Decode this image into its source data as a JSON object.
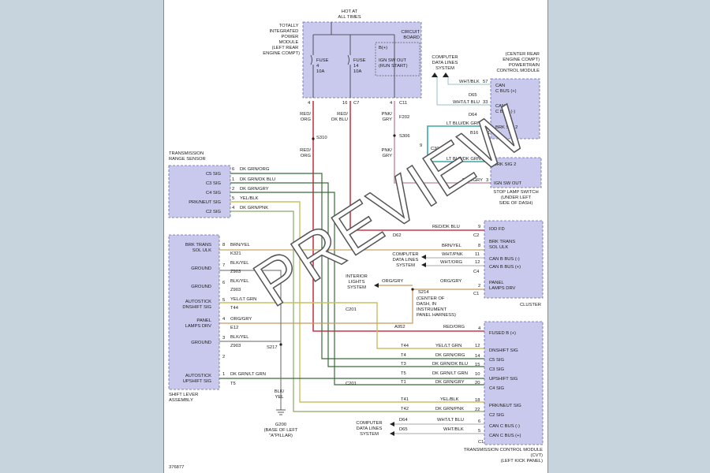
{
  "hot_at_all_times": [
    "HOT AT",
    "ALL TIMES"
  ],
  "tipm": {
    "label": [
      "TOTALLY",
      "INTEGRATED",
      "POWER",
      "MODULE",
      "(LEFT REAR",
      "ENGINE COMPT)"
    ],
    "circuit_board": [
      "CIRCUIT",
      "BOARD"
    ],
    "fuse4": [
      "FUSE",
      "4",
      "10A"
    ],
    "fuse14": [
      "FUSE",
      "14",
      "10A"
    ],
    "bplus": "B(+)",
    "ign": [
      "IGN SW OUT",
      "(RUN START)"
    ],
    "pins": [
      "4",
      "16",
      "4"
    ],
    "connectors": [
      "C7",
      "C11"
    ]
  },
  "computer_data_lines_top": [
    "COMPUTER",
    "DATA LINES",
    "SYSTEM"
  ],
  "pcm": {
    "label": [
      "(CENTER REAR",
      "ENGINE COMPT)",
      "POWERTRAIN",
      "CONTROL MODULE"
    ],
    "rows": [
      "CAN",
      "C BUS (+)",
      "CAN",
      "C BUS (-)",
      "BRK SIG 2"
    ],
    "wires": [
      "WHT/BLK",
      "D65",
      "WHT/LT BLU",
      "D64",
      "LT BLU/DK GRN",
      "B16"
    ],
    "pins": [
      "57",
      "33",
      "17"
    ],
    "connector": "C1"
  },
  "wires_top": {
    "red_org": [
      "RED/",
      "ORG"
    ],
    "red_dkblu": [
      "RED/",
      "DK BLU"
    ],
    "pnk_gry": [
      "PNK/",
      "GRY"
    ],
    "f202": "F202",
    "s310": "S310",
    "s306": "S306",
    "c304": "C304",
    "c304_pin": "9",
    "red_org2": [
      "RED/",
      "ORG"
    ],
    "pnk_gry2": [
      "PNK/",
      "GRY"
    ]
  },
  "stop_lamp": {
    "rows": [
      "BRK SIG 2",
      "IGN SW OUT"
    ],
    "label": [
      "STOP LAMP SWITCH",
      "(UNDER LEFT",
      "SIDE OF DASH)"
    ],
    "wires": [
      "LT BLU/DK GRN",
      "PNK/GRY"
    ],
    "pins": [
      "4",
      "3"
    ]
  },
  "trs": {
    "label": [
      "TRANSMISSION",
      "RANGE SENSOR"
    ],
    "rows": [
      "C5 SIG",
      "C3 SIG",
      "C4 SIG",
      "PRK/NEUT SIG",
      "C2 SIG"
    ],
    "pins": [
      "6",
      "1",
      "2",
      "5",
      "4"
    ],
    "wires": [
      "DK GRN/ORG",
      "DK GRN/DK BLU",
      "DK GRN/GRY",
      "YEL/BLK",
      "DK GRN/PNK"
    ]
  },
  "shift_lever": {
    "rows": [
      "BRK TRANS",
      "SOL ULK",
      "GROUND",
      "GROUND",
      "AUTOSTICK",
      "DNSHIFT SIG",
      "PANEL",
      "LAMPS DRV",
      "GROUND",
      "AUTOSTICK",
      "UPSHIFT SIG"
    ],
    "label": [
      "SHIFT LEVER",
      "ASSEMBLY"
    ],
    "pins": [
      "8",
      "7",
      "6",
      "5",
      "4",
      "3",
      "2",
      "1"
    ],
    "wires": [
      "BRN/YEL",
      "K321",
      "BLK/YEL",
      "Z903",
      "BLK/YEL",
      "Z903",
      "YEL/LT GRN",
      "T44",
      "ORG/GRY",
      "E12",
      "BLK/YEL",
      "Z903",
      "DK GRN/LT GRN",
      "T5"
    ]
  },
  "cluster": {
    "rows": [
      "IOD FD",
      "BRK TRANS",
      "SOL ULK",
      "CAN B BUS (-)",
      "CAN B BUS (+)",
      "PANEL",
      "LAMPS DRV"
    ],
    "label": "CLUSTER",
    "pins": [
      "9",
      "8",
      "11",
      "12",
      "2"
    ],
    "connectors": [
      "C2",
      "C4",
      "C1"
    ],
    "wires": [
      "RED/DK BLU",
      "BRN/YEL",
      "WHT/PNK",
      "WHT/ORG",
      "ORG/GRY"
    ],
    "d62": "D62",
    "computer_data_lines": [
      "COMPUTER",
      "DATA LINES",
      "SYSTEM"
    ]
  },
  "interior_lights": [
    "INTERIOR",
    "LIGHTS",
    "SYSTEM"
  ],
  "splice": {
    "s214": "S214",
    "center_dash": [
      "(CENTER OF",
      "DASH, IN",
      "INSTRUMENT",
      "PANEL HARNESS)"
    ],
    "c201": "C201",
    "a952": "A952",
    "red_org": "RED/ORG",
    "c201b": "C201",
    "s217": "S217",
    "z903": "Z903",
    "blk_yel": [
      "BLK/",
      "YEL"
    ],
    "g200": [
      "G200",
      "(BASE OF LEFT",
      "\"A\"PILLAR)"
    ]
  },
  "tcm": {
    "rows": [
      "FUSED B (+)",
      "DNSHIFT SIG",
      "C5 SIG",
      "C3 SIG",
      "UPSHIFT SIG",
      "C4 SIG",
      "PRK/NEUT SIG",
      "C2 SIG",
      "CAN C BUS (-)",
      "CAN C BUS (+)"
    ],
    "pins": [
      "4",
      "12",
      "14",
      "15",
      "10",
      "20",
      "18",
      "22",
      "6",
      "5"
    ],
    "connector": "C1",
    "wires": [
      "YEL/LT GRN",
      "T44",
      "DK GRN/ORG",
      "T4",
      "DK GRN/DK BLU",
      "T3",
      "DK GRN/LT GRN",
      "T5",
      "DK GRN/GRY",
      "T1",
      "YEL/BLK",
      "T41",
      "DK GRN/PNK",
      "T42",
      "WHT/LT BLU",
      "D64",
      "WHT/BLK",
      "D65"
    ],
    "label": [
      "TRANSMISSION CONTROL MODULE",
      "(CVT)",
      "(LEFT KICK PANEL)"
    ],
    "computer_data_lines": [
      "COMPUTER",
      "DATA LINES",
      "SYSTEM"
    ]
  },
  "figure_number": "376877",
  "watermark": "PREVIEW",
  "colors": {
    "background": "#c7d3dd",
    "sheet": "#ffffff",
    "module_fill": "#c9c9ee",
    "red": "#c83a4a",
    "pink": "#c89aa8",
    "teal": "#3aa8a8",
    "yellow": "#c8c060",
    "green": "#3a6a3a",
    "gray": "#8a8a8a"
  }
}
